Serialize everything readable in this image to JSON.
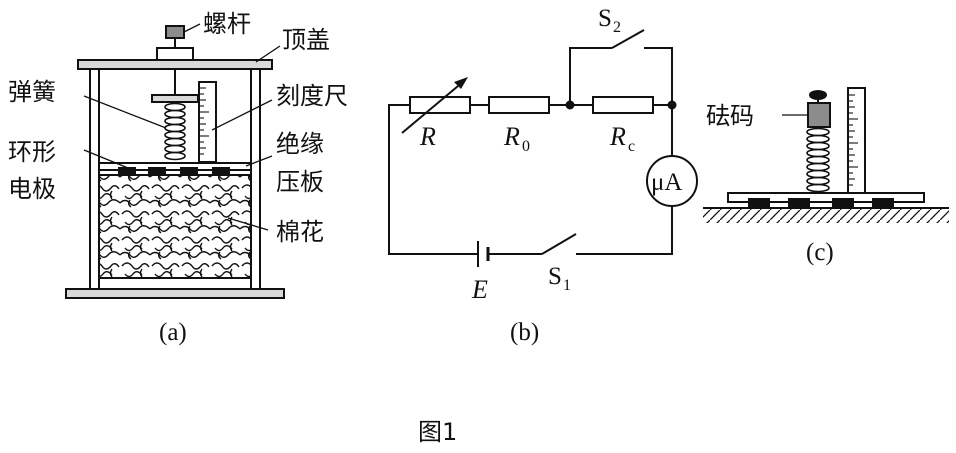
{
  "panel_a": {
    "caption": "(a)",
    "labels": {
      "screw": "螺杆",
      "top_cover": "顶盖",
      "spring": "弹簧",
      "scale": "刻度尺",
      "ring_electrode_1": "环形",
      "ring_electrode_2": "电极",
      "insulating_plate_1": "绝缘",
      "insulating_plate_2": "压板",
      "cotton": "棉花"
    }
  },
  "panel_b": {
    "caption": "(b)",
    "R": "R",
    "R0": "R",
    "R0_sub": "0",
    "Rc": "R",
    "Rc_sub": "c",
    "meter": "μA",
    "E": "E",
    "S1": "S",
    "S1_sub": "1",
    "S2": "S",
    "S2_sub": "2"
  },
  "panel_c": {
    "caption": "(c)",
    "weight": "砝码"
  },
  "figure_title": "图1",
  "colors": {
    "ink": "#111111",
    "plate": "#d9d9d9",
    "weight": "#8c8c8c"
  }
}
